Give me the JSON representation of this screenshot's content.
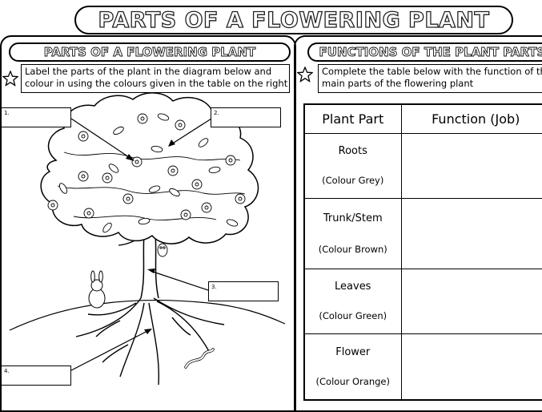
{
  "title": "PARTS OF A FLOWERING PLANT",
  "left": {
    "heading": "PARTS OF A FLOWERING PLANT",
    "instruction_line1": "Label the parts of the plant in the diagram below and",
    "instruction_line2": "colour in using the colours given in the table on the right",
    "labels": [
      "1.",
      "2.",
      "3.",
      "4."
    ]
  },
  "right": {
    "heading": "FUNCTIONS OF THE PLANT PARTS",
    "instruction_line1": "Complete the table below with the function of the",
    "instruction_line2": "main parts of the flowering plant",
    "table": {
      "headers": [
        "Plant Part",
        "Function (Job)"
      ],
      "rows": [
        {
          "part": "Roots",
          "colour": "(Colour Grey)"
        },
        {
          "part": "Trunk/Stem",
          "colour": "(Colour Brown)"
        },
        {
          "part": "Leaves",
          "colour": "(Colour Green)"
        },
        {
          "part": "Flower",
          "colour": "(Colour Orange)"
        }
      ]
    }
  }
}
